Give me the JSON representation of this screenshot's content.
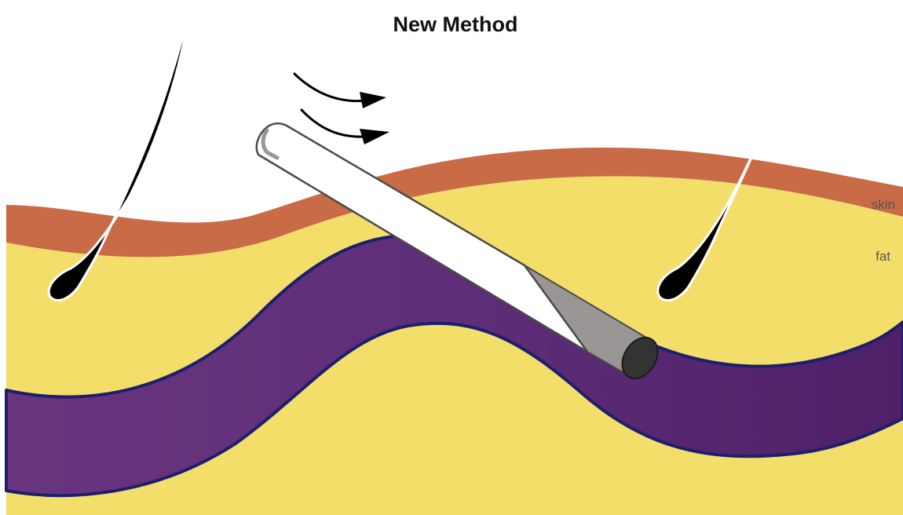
{
  "title": "New Method",
  "labels": {
    "skin": "skin",
    "fat": "fat"
  },
  "colors": {
    "skin": "#C96B46",
    "fat": "#F4DE6A",
    "vessel": "#5B2B75",
    "vessel_outline": "#1C1F6E",
    "hair": "#000000",
    "needle_body": "#FFFFFF",
    "needle_outline": "#4A4A4A",
    "needle_bevel": "#9A9696",
    "needle_tip": "#333333",
    "arrows": "#000000"
  }
}
